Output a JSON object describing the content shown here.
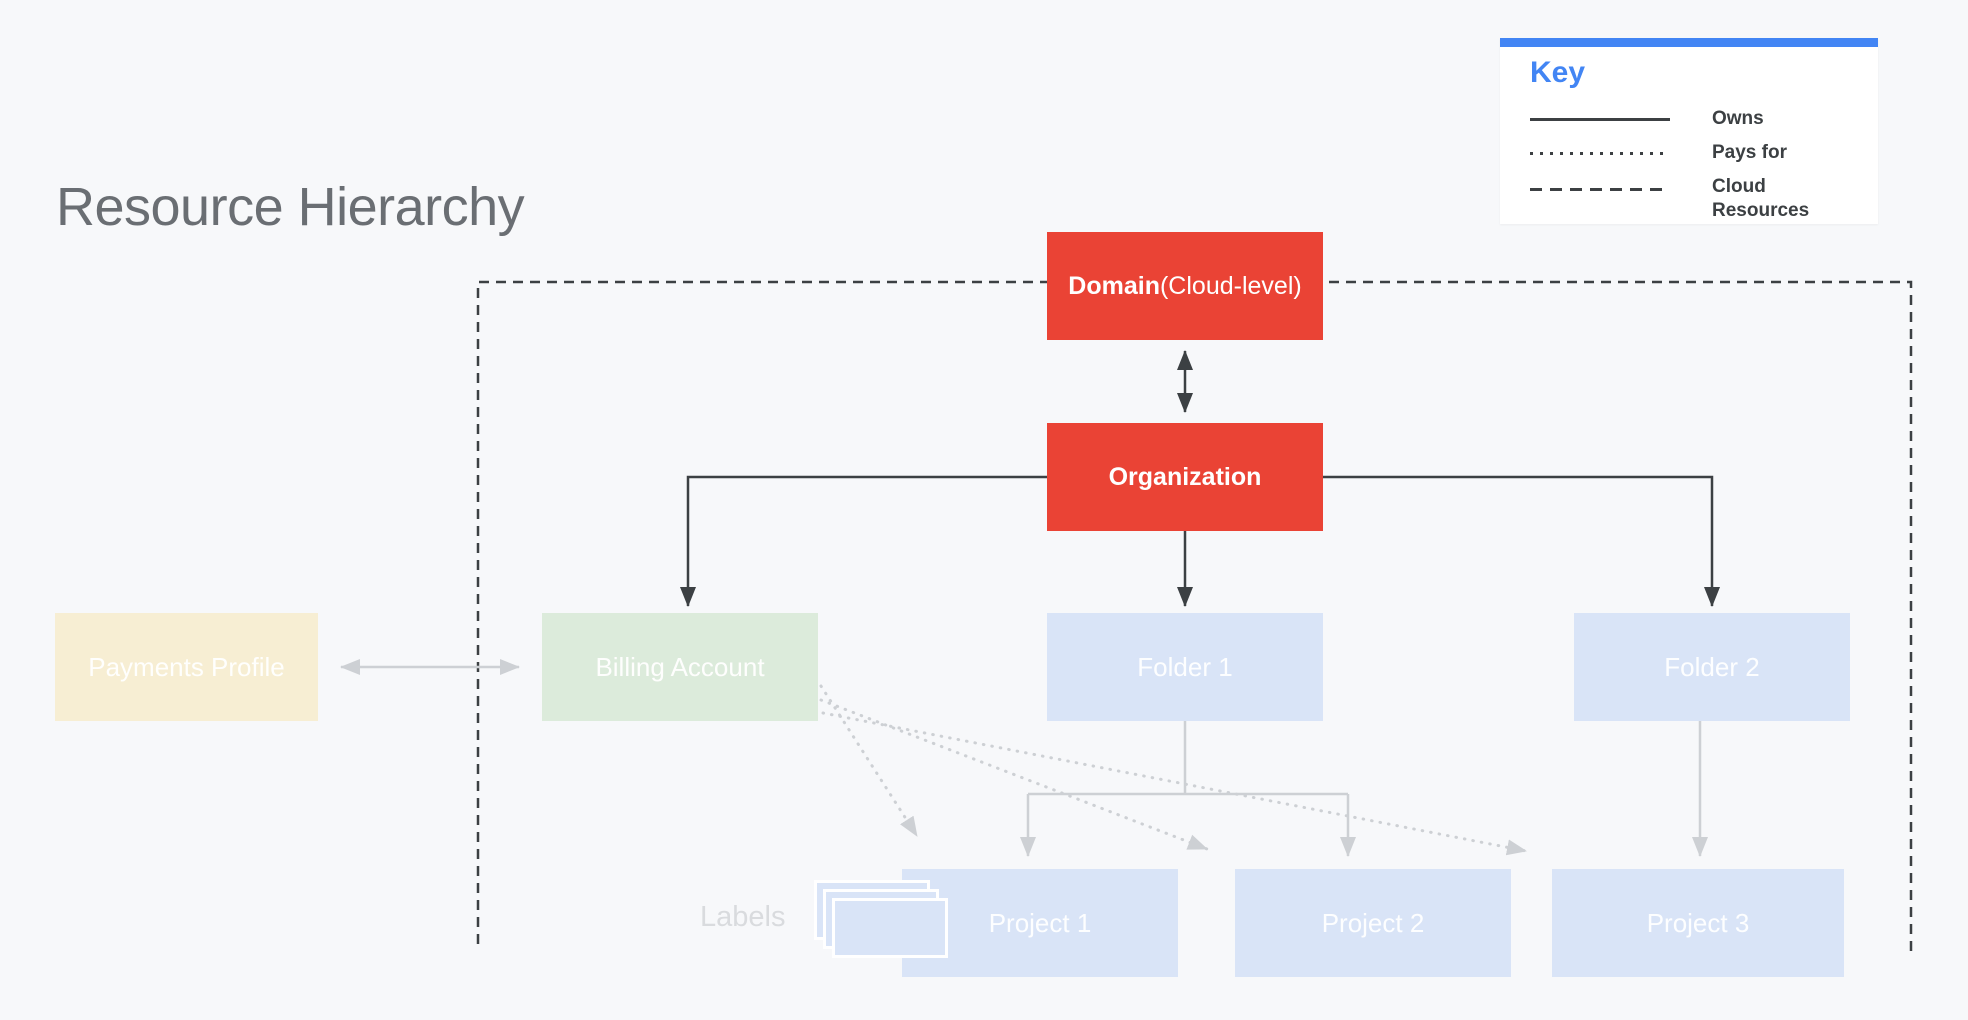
{
  "page": {
    "title": "Resource Hierarchy"
  },
  "legend": {
    "title": "Key",
    "items": [
      {
        "line_style": "solid",
        "label": "Owns"
      },
      {
        "line_style": "dotted",
        "label": "Pays for"
      },
      {
        "line_style": "dashed",
        "label": "Cloud Resources"
      }
    ]
  },
  "nodes": {
    "domain": {
      "label_bold": "Domain",
      "label_rest": " (Cloud-level)",
      "color": "#EA4335"
    },
    "organization": {
      "label": "Organization",
      "color": "#EA4335"
    },
    "payments_profile": {
      "label": "Payments Profile",
      "color": "#F7EED3"
    },
    "billing_account": {
      "label": "Billing Account",
      "color": "#DCEBDB"
    },
    "folder1": {
      "label": "Folder 1",
      "color": "#D9E4F7"
    },
    "folder2": {
      "label": "Folder 2",
      "color": "#D9E4F7"
    },
    "project1": {
      "label": "Project 1",
      "color": "#D9E4F7"
    },
    "project2": {
      "label": "Project 2",
      "color": "#D9E4F7"
    },
    "project3": {
      "label": "Project 3",
      "color": "#D9E4F7"
    }
  },
  "annotations": {
    "labels_caption": "Labels"
  },
  "edges": [
    {
      "from": "domain",
      "to": "organization",
      "type": "owns",
      "bidirectional": true
    },
    {
      "from": "organization",
      "to": "billing_account",
      "type": "owns",
      "bidirectional": false
    },
    {
      "from": "organization",
      "to": "folder1",
      "type": "owns",
      "bidirectional": false
    },
    {
      "from": "organization",
      "to": "folder2",
      "type": "owns",
      "bidirectional": false
    },
    {
      "from": "payments_profile",
      "to": "billing_account",
      "type": "owns",
      "bidirectional": true
    },
    {
      "from": "folder1",
      "to": "project1",
      "type": "owns",
      "bidirectional": false
    },
    {
      "from": "folder1",
      "to": "project2",
      "type": "owns",
      "bidirectional": false
    },
    {
      "from": "folder2",
      "to": "project3",
      "type": "owns",
      "bidirectional": false
    },
    {
      "from": "billing_account",
      "to": "project1",
      "type": "pays_for",
      "bidirectional": false
    },
    {
      "from": "billing_account",
      "to": "project2",
      "type": "pays_for",
      "bidirectional": false
    },
    {
      "from": "billing_account",
      "to": "project3",
      "type": "pays_for",
      "bidirectional": false
    }
  ],
  "colors": {
    "bg": "#F7F8FA",
    "red": "#EA4335",
    "blue_box": "#D9E4F7",
    "green_box": "#DCEBDB",
    "cream_box": "#F7EED3",
    "accent_blue": "#4285F4",
    "line_dark": "#3C4043",
    "line_gray": "#CDD0D4",
    "title_text": "#6A6E73",
    "faint_text": "#D9DBDE"
  }
}
